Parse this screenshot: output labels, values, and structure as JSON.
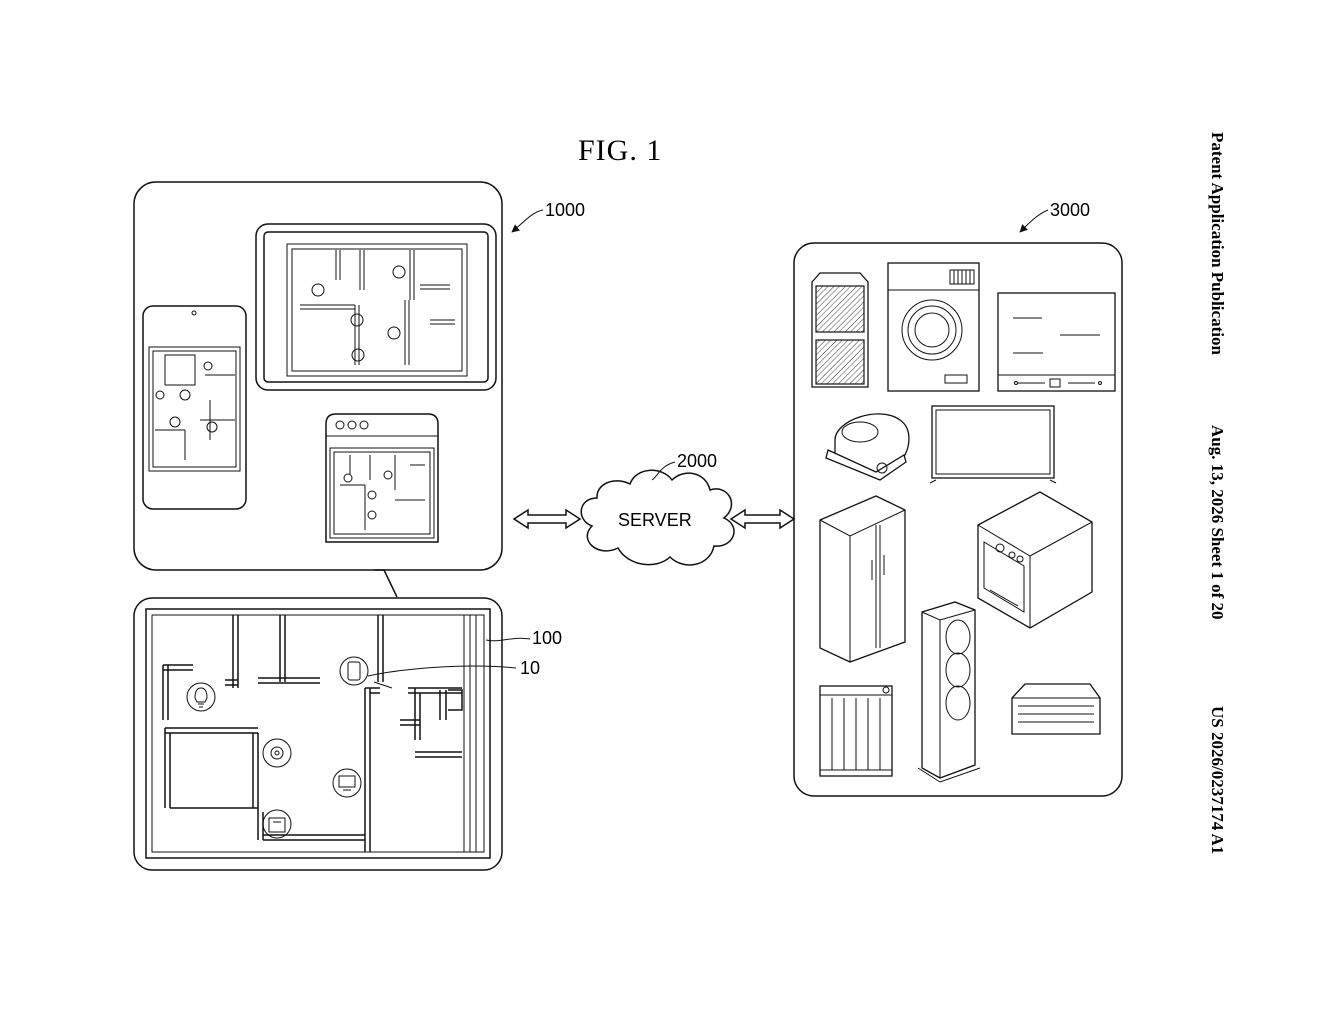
{
  "figure": {
    "title": "FIG.  1"
  },
  "header": {
    "publication": "Patent Application Publication",
    "date_sheet": "Aug. 13, 2026  Sheet 1 of 20",
    "number": "US 2026/0237174 A1"
  },
  "labels": {
    "devices_group": "1000",
    "server_ref": "2000",
    "server": "SERVER",
    "appliances_group": "3000",
    "floor_plan": "100",
    "device_icon": "10"
  },
  "icons": [
    "smartphone-icon",
    "tablet-icon",
    "monitor-icon",
    "floor-plan",
    "cloud-server-icon",
    "air-purifier-icon",
    "washing-machine-icon",
    "oven-range-icon",
    "robot-vacuum-icon",
    "television-icon",
    "refrigerator-icon",
    "microwave-oven-icon",
    "speaker-icon",
    "radiator-icon",
    "air-conditioner-icon",
    "light-bulb-icon"
  ]
}
